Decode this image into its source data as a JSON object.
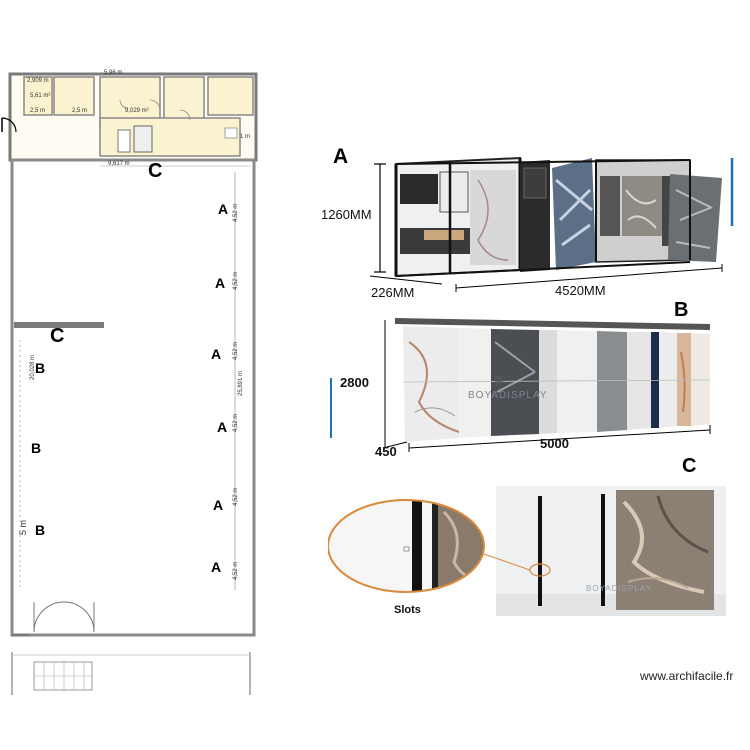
{
  "floorplan": {
    "zone_labels": [
      "A",
      "A",
      "A",
      "A",
      "A",
      "A",
      "B",
      "B",
      "B",
      "C",
      "C"
    ],
    "dimension_labels": {
      "top_room_1": "2,909 m",
      "top_room_2": "2,5 m",
      "top_room_3": "5,96 m",
      "top_room_4": "2,5 m",
      "top_area_1": "5,61 m²",
      "top_area_2": "9,029 m²",
      "bottom_width": "9,617 m",
      "wall_1": "4,52 m",
      "wall_2": "4,52 m",
      "wall_3": "4,52 m",
      "wall_4": "4,52 m",
      "wall_5": "4,52 m",
      "wall_6": "4,52 m",
      "total_length": "25,891 m",
      "left_section": "20,028 m",
      "left_width": "5 m",
      "side_note": "1 m"
    }
  },
  "display_a": {
    "letter": "A",
    "height": "1260MM",
    "depth": "226MM",
    "width": "4520MM"
  },
  "display_b": {
    "letter": "B",
    "height": "2800",
    "depth": "450",
    "width": "5000",
    "brand": "BOYADISPLAY"
  },
  "display_c": {
    "letter": "C",
    "callout": "Slots",
    "brand": "BOYADISPLAY"
  },
  "watermark": "www.archifacile.fr",
  "colors": {
    "wall": "#7a7a7a",
    "blue_accent": "#1f6fb5",
    "callout_ring": "#d98a3a",
    "room_fill": "#fbf3cf"
  }
}
